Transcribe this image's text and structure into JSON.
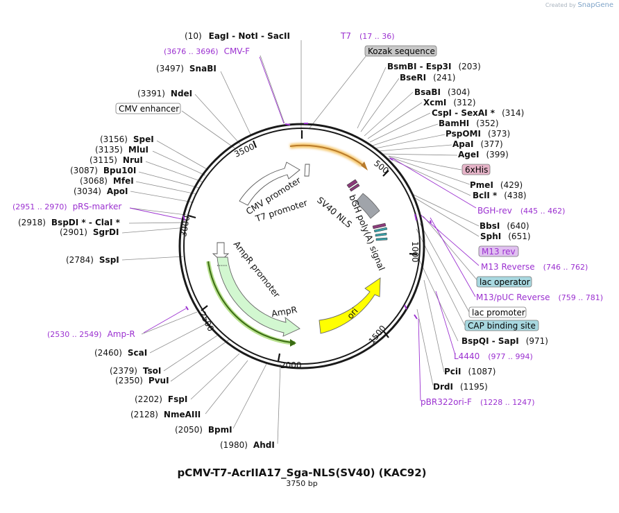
{
  "credit": {
    "prefix": "Created by",
    "brand": "SnapGene"
  },
  "plasmid": {
    "name": "pCMV-T7-AcrIIA17_Sga-NLS(SV40) (KAC92)",
    "length_label": "3750 bp",
    "length": 3750
  },
  "colors": {
    "primer": "#9b30d0",
    "enzyme_text": "#000000",
    "line": "#8c8c8c"
  },
  "ticks": [
    "500",
    "1000",
    "1500",
    "2000",
    "2500",
    "3000",
    "3500"
  ],
  "features": [
    {
      "name": "CMV promoter"
    },
    {
      "name": "T7 promoter"
    },
    {
      "name": "SV40 NLS"
    },
    {
      "name": "bGH poly(A) signal"
    },
    {
      "name": "ori"
    },
    {
      "name": "AmpR"
    },
    {
      "name": "AmpR promoter"
    }
  ],
  "boxed_labels": [
    {
      "text": "Kozak sequence",
      "fill": "#c8c8c8"
    },
    {
      "text": "CMV enhancer",
      "fill": "#ffffff"
    },
    {
      "text": "6xHis",
      "fill": "#e6b4c8"
    },
    {
      "text": "M13 rev",
      "fill": "#e0c0f0"
    },
    {
      "text": "lac operator",
      "fill": "#a8d8e0"
    },
    {
      "text": "lac promoter",
      "fill": "#ffffff"
    },
    {
      "text": "CAP binding site",
      "fill": "#a8d8e0"
    }
  ],
  "enzymes": [
    {
      "pos": "(10)",
      "name": "EagI  -  NotI  -  SacII"
    },
    {
      "pos": "(3497)",
      "name": "SnaBI"
    },
    {
      "pos": "(3391)",
      "name": "NdeI"
    },
    {
      "pos": "(3156)",
      "name": "SpeI"
    },
    {
      "pos": "(3135)",
      "name": "MluI"
    },
    {
      "pos": "(3115)",
      "name": "NruI"
    },
    {
      "pos": "(3087)",
      "name": "Bpu10I"
    },
    {
      "pos": "(3068)",
      "name": "MfeI"
    },
    {
      "pos": "(3034)",
      "name": "ApoI"
    },
    {
      "pos": "(2918)",
      "name": "BspDI *  -  ClaI *"
    },
    {
      "pos": "(2901)",
      "name": "SgrDI"
    },
    {
      "pos": "(2784)",
      "name": "SspI"
    },
    {
      "pos": "(2460)",
      "name": "ScaI"
    },
    {
      "pos": "(2379)",
      "name": "TsoI"
    },
    {
      "pos": "(2350)",
      "name": "PvuI"
    },
    {
      "pos": "(2202)",
      "name": "FspI"
    },
    {
      "pos": "(2128)",
      "name": "NmeAIII"
    },
    {
      "pos": "(2050)",
      "name": "BpmI"
    },
    {
      "pos": "(1980)",
      "name": "AhdI"
    },
    {
      "pos": "(203)",
      "name": "BsmBI  -  Esp3I"
    },
    {
      "pos": "(241)",
      "name": "BseRI"
    },
    {
      "pos": "(304)",
      "name": "BsaBI"
    },
    {
      "pos": "(312)",
      "name": "XcmI"
    },
    {
      "pos": "(314)",
      "name": "CspI  -  SexAI *"
    },
    {
      "pos": "(352)",
      "name": "BamHI"
    },
    {
      "pos": "(373)",
      "name": "PspOMI"
    },
    {
      "pos": "(377)",
      "name": "ApaI"
    },
    {
      "pos": "(399)",
      "name": "AgeI"
    },
    {
      "pos": "(429)",
      "name": "PmeI"
    },
    {
      "pos": "(438)",
      "name": "BclI *"
    },
    {
      "pos": "(640)",
      "name": "BbsI"
    },
    {
      "pos": "(651)",
      "name": "SphI"
    },
    {
      "pos": "(971)",
      "name": "BspQI  -  SapI"
    },
    {
      "pos": "(1087)",
      "name": "PciI"
    },
    {
      "pos": "(1195)",
      "name": "DrdI"
    }
  ],
  "primers": [
    {
      "name": "T7",
      "range": "(17 .. 36)"
    },
    {
      "name": "CMV-F",
      "range": "(3676 .. 3696)"
    },
    {
      "name": "pRS-marker",
      "range": "(2951 .. 2970)"
    },
    {
      "name": "Amp-R",
      "range": "(2530 .. 2549)"
    },
    {
      "name": "BGH-rev",
      "range": "(445 .. 462)"
    },
    {
      "name": "M13 Reverse",
      "range": "(746 .. 762)"
    },
    {
      "name": "M13/pUC Reverse",
      "range": "(759 .. 781)"
    },
    {
      "name": "L4440",
      "range": "(977 .. 994)"
    },
    {
      "name": "pBR322ori-F",
      "range": "(1228 .. 1247)"
    }
  ]
}
